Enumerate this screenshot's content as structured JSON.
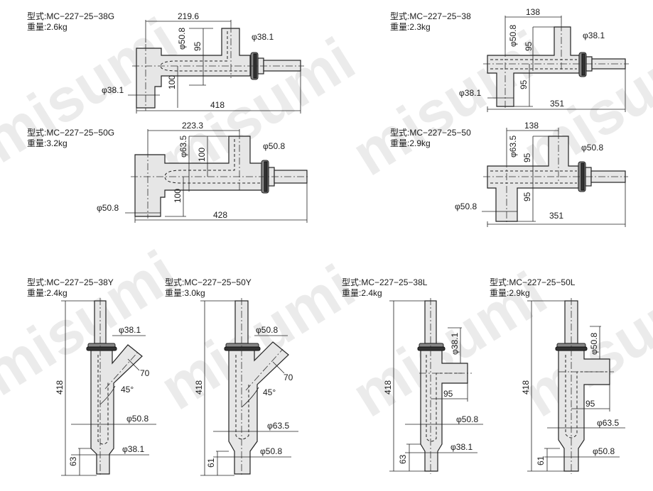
{
  "watermark": "misumi",
  "labels": {
    "model_prefix": "型式:",
    "weight_prefix": "重量:"
  },
  "parts": [
    {
      "id": "38G",
      "model": "型式:MC−227−25−38G",
      "weight": "重量:2.6kg",
      "dims": {
        "top": "219.6",
        "d_riser": "φ50.8",
        "riser_h": "95",
        "d_outlet": "φ38.1",
        "d_inlet": "φ38.1",
        "drop": "100",
        "length": "418"
      }
    },
    {
      "id": "38",
      "model": "型式:MC−227−25−38",
      "weight": "重量:2.3kg",
      "dims": {
        "top": "138",
        "d_riser": "φ50.8",
        "riser_h": "95",
        "d_outlet": "φ38.1",
        "d_inlet": "φ38.1",
        "drop": "95",
        "length": "351"
      }
    },
    {
      "id": "50G",
      "model": "型式:MC−227−25−50G",
      "weight": "重量:3.2kg",
      "dims": {
        "top": "223.3",
        "d_riser": "φ63.5",
        "riser_h": "100",
        "d_outlet": "φ50.8",
        "d_inlet": "φ50.8",
        "drop": "100",
        "length": "428"
      }
    },
    {
      "id": "50",
      "model": "型式:MC−227−25−50",
      "weight": "重量:2.9kg",
      "dims": {
        "top": "138",
        "d_riser": "φ63.5",
        "riser_h": "95",
        "d_outlet": "φ50.8",
        "d_inlet": "φ50.8",
        "drop": "95",
        "length": "351"
      }
    },
    {
      "id": "38Y",
      "model": "型式:MC−227−25−38Y",
      "weight": "重量:2.4kg",
      "dims": {
        "height": "418",
        "d_branch": "φ38.1",
        "branch": "70",
        "angle": "45°",
        "d_body": "φ50.8",
        "d_tail": "φ38.1",
        "tail": "63"
      }
    },
    {
      "id": "50Y",
      "model": "型式:MC−227−25−50Y",
      "weight": "重量:3.0kg",
      "dims": {
        "height": "418",
        "d_branch": "φ50.8",
        "branch": "70",
        "angle": "45°",
        "d_body": "φ63.5",
        "d_tail": "φ50.8",
        "tail": "61"
      }
    },
    {
      "id": "38L",
      "model": "型式:MC−227−25−38L",
      "weight": "重量:2.4kg",
      "dims": {
        "height": "418",
        "d_branch": "φ38.1",
        "branch": "95",
        "d_body": "φ50.8",
        "d_tail": "φ38.1",
        "tail": "63"
      }
    },
    {
      "id": "50L",
      "model": "型式:MC−227−25−50L",
      "weight": "重量:2.9kg",
      "dims": {
        "height": "418",
        "d_branch": "φ50.8",
        "branch": "95",
        "d_body": "φ63.5",
        "d_tail": "φ50.8",
        "tail": "61"
      }
    }
  ]
}
